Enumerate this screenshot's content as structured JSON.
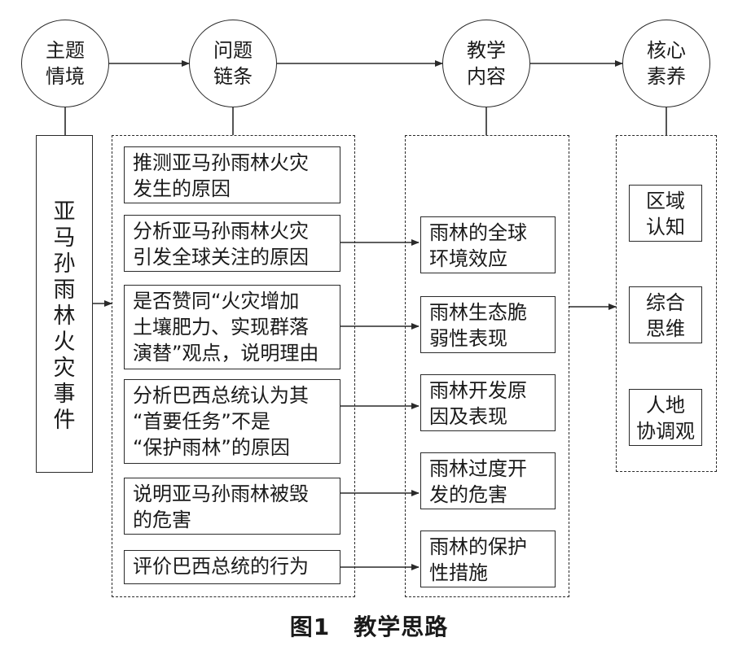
{
  "header_nodes": [
    {
      "name": "theme",
      "text": "主题\n情境"
    },
    {
      "name": "chain",
      "text": "问题\n链条"
    },
    {
      "name": "content",
      "text": "教学\n内容"
    },
    {
      "name": "literacy",
      "text": "核心\n素养"
    }
  ],
  "event": "亚马孙雨林火灾事件",
  "questions": [
    "推测亚马孙雨林火灾\n发生的原因",
    "分析亚马孙雨林火灾\n引发全球关注的原因",
    "是否赞同“火灾增加\n土壤肥力、实现群落\n演替”观点，说明理由",
    "分析巴西总统认为其\n“首要任务”不是\n“保护雨林”的原因",
    "说明亚马孙雨林被毁\n的危害",
    "评价巴西总统的行为"
  ],
  "contents": [
    "雨林的全球\n环境效应",
    "雨林生态脆\n弱性表现",
    "雨林开发原\n因及表现",
    "雨林过度开\n发的危害",
    "雨林的保护\n性措施"
  ],
  "literacies": [
    "区域\n认知",
    "综合\n思维",
    "人地\n协调观"
  ],
  "caption": "图1　教学思路"
}
